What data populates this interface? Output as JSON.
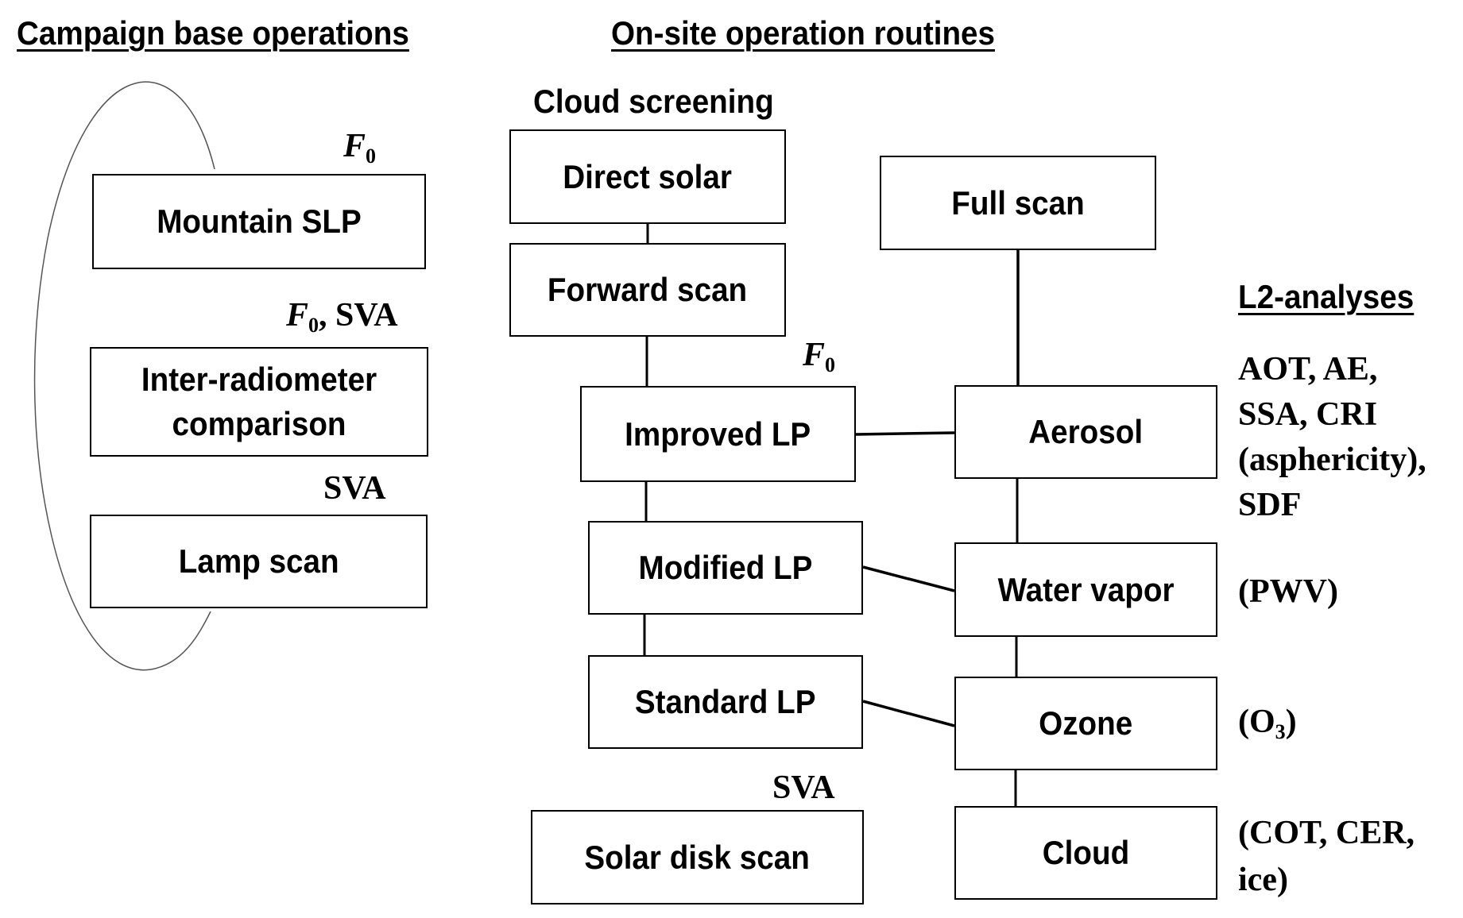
{
  "headings": {
    "campaign": "Campaign base operations",
    "onsite": "On-site operation routines",
    "cloud_screening": "Cloud screening",
    "l2": "L2-analyses"
  },
  "campaign_boxes": [
    {
      "label": "Mountain SLP",
      "annotation_symbol": "F",
      "annotation_sub": "0",
      "annotation_extra": ""
    },
    {
      "label_line1": "Inter-radiometer",
      "label_line2": "comparison",
      "annotation_symbol": "F",
      "annotation_sub": "0",
      "annotation_extra": ", SVA"
    },
    {
      "label": "Lamp scan",
      "annotation": "SVA"
    }
  ],
  "onsite_left": [
    {
      "label": "Direct solar"
    },
    {
      "label": "Forward scan"
    },
    {
      "label": "Improved LP",
      "annotation_symbol": "F",
      "annotation_sub": "0"
    },
    {
      "label": "Modified LP"
    },
    {
      "label": "Standard LP"
    },
    {
      "label": "Solar disk scan",
      "annotation": "SVA"
    }
  ],
  "onsite_right": [
    {
      "label": "Full scan"
    },
    {
      "label": "Aerosol"
    },
    {
      "label": "Water vapor"
    },
    {
      "label": "Ozone"
    },
    {
      "label": "Cloud"
    }
  ],
  "l2_products": {
    "aerosol": [
      "AOT, AE,",
      "SSA, CRI",
      "(asphericity),",
      "SDF"
    ],
    "water_vapor": "(PWV)",
    "ozone_prefix": "(O",
    "ozone_sub": "3",
    "ozone_suffix": ")",
    "cloud": [
      "(COT, CER,",
      "ice)"
    ]
  }
}
